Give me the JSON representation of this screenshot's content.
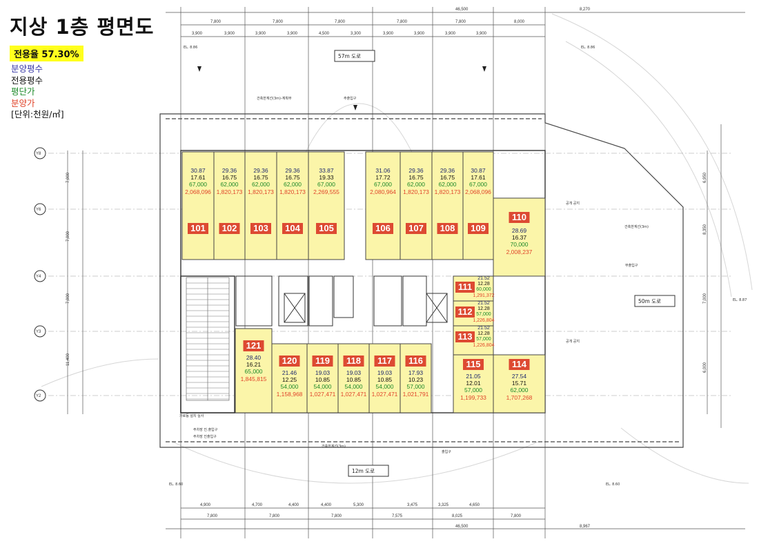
{
  "title": "지상 1층 평면도",
  "ratio": "전용율 57.30%",
  "legend": {
    "items": [
      {
        "text": "분양평수",
        "color": "#3a3aa8"
      },
      {
        "text": "전용평수",
        "color": "#111111"
      },
      {
        "text": "평단가",
        "color": "#1d8a2a"
      },
      {
        "text": "분양가",
        "color": "#e0442a"
      }
    ],
    "unit": "[단위:천원/㎡]"
  },
  "colors": {
    "unit_fill": "#fbf5a9",
    "label_fill": "#dd4a32",
    "line": "#555555",
    "grid": "#999999"
  },
  "plan": {
    "road_top": "57m 도로",
    "road_right": "50m 도로",
    "road_bottom": "12m 도로",
    "boundary_note": "건축한계선(3m)-계획부",
    "boundary_note_right": "건축한계선(3m)",
    "boundary_note_bottom": "건축한계선(3m)",
    "entrance_top": "주출입구",
    "entrance_right": "부출입구",
    "entrance_bottom": "출입구",
    "parking_entrance": "주차장 진.출입구",
    "axes": [
      "Y8",
      "Y6",
      "Y4",
      "Y3",
      "Y2"
    ],
    "dims_top_1": [
      "7,800",
      "7,800",
      "7,800",
      "7,800",
      "7,800",
      "8,000"
    ],
    "dims_top_2": [
      "3,900",
      "3,900",
      "3,900",
      "3,900",
      "4,500",
      "3,300",
      "3,900",
      "3,900",
      "3,900",
      "3,900"
    ],
    "dim_top_total": "46,500",
    "dim_top_right": "8,270",
    "dims_bottom_1": [
      "4,900",
      "4,700",
      "4,400",
      "4,400",
      "5,300",
      "3,475",
      "3,325",
      "4,650"
    ],
    "dims_bottom_2": [
      "7,800",
      "7,800",
      "7,800",
      "7,575",
      "8,025",
      "7,800"
    ],
    "dim_bottom_total": "46,500",
    "dim_bottom_right": "8,967",
    "dims_left": [
      "7,000",
      "7,000",
      "7,000",
      "11,400"
    ],
    "dims_right": [
      "6,950",
      "8,350",
      "7,000",
      "6,000"
    ],
    "side_labels": [
      "공개 공지",
      "공개 공지",
      "가로등 설치 실사",
      "주차장 진출입구"
    ],
    "el_labels": [
      "EL. 8.86",
      "EL. 8.86",
      "EL. 8.87",
      "EL. 8.60",
      "EL. 8.60"
    ]
  },
  "units": [
    {
      "no": "101",
      "a": "30.87",
      "b": "17.61",
      "c": "67,000",
      "d": "2,068,096"
    },
    {
      "no": "102",
      "a": "29.36",
      "b": "16.75",
      "c": "62,000",
      "d": "1,820,173"
    },
    {
      "no": "103",
      "a": "29.36",
      "b": "16.75",
      "c": "62,000",
      "d": "1,820,173"
    },
    {
      "no": "104",
      "a": "29.36",
      "b": "16.75",
      "c": "62,000",
      "d": "1,820,173"
    },
    {
      "no": "105",
      "a": "33.87",
      "b": "19.33",
      "c": "67,000",
      "d": "2,269,555"
    },
    {
      "no": "106",
      "a": "31.06",
      "b": "17.72",
      "c": "67,000",
      "d": "2,080,964"
    },
    {
      "no": "107",
      "a": "29.36",
      "b": "16.75",
      "c": "62,000",
      "d": "1,820,173"
    },
    {
      "no": "108",
      "a": "29.36",
      "b": "16.75",
      "c": "62,000",
      "d": "1,820,173"
    },
    {
      "no": "109",
      "a": "30.87",
      "b": "17.61",
      "c": "67,000",
      "d": "2,068,096"
    },
    {
      "no": "110",
      "a": "28.69",
      "b": "16.37",
      "c": "70,000",
      "d": "2,008,237"
    },
    {
      "no": "111",
      "a": "21.52",
      "b": "12.28",
      "c": "60,000",
      "d": "1,291,372"
    },
    {
      "no": "112",
      "a": "21.52",
      "b": "12.28",
      "c": "57,000",
      "d": "1,226,804"
    },
    {
      "no": "113",
      "a": "21.52",
      "b": "12.28",
      "c": "57,000",
      "d": "1,226,804"
    },
    {
      "no": "114",
      "a": "27.54",
      "b": "15.71",
      "c": "62,000",
      "d": "1,707,268"
    },
    {
      "no": "115",
      "a": "21.05",
      "b": "12.01",
      "c": "57,000",
      "d": "1,199,733"
    },
    {
      "no": "116",
      "a": "17.93",
      "b": "10.23",
      "c": "57,000",
      "d": "1,021,791"
    },
    {
      "no": "117",
      "a": "19.03",
      "b": "10.85",
      "c": "54,000",
      "d": "1,027,471"
    },
    {
      "no": "118",
      "a": "19.03",
      "b": "10.85",
      "c": "54,000",
      "d": "1,027,471"
    },
    {
      "no": "119",
      "a": "19.03",
      "b": "10.85",
      "c": "54,000",
      "d": "1,027,471"
    },
    {
      "no": "120",
      "a": "21.46",
      "b": "12.25",
      "c": "54,000",
      "d": "1,158,968"
    },
    {
      "no": "121",
      "a": "28.40",
      "b": "16.21",
      "c": "65,000",
      "d": "1,845,815"
    }
  ]
}
